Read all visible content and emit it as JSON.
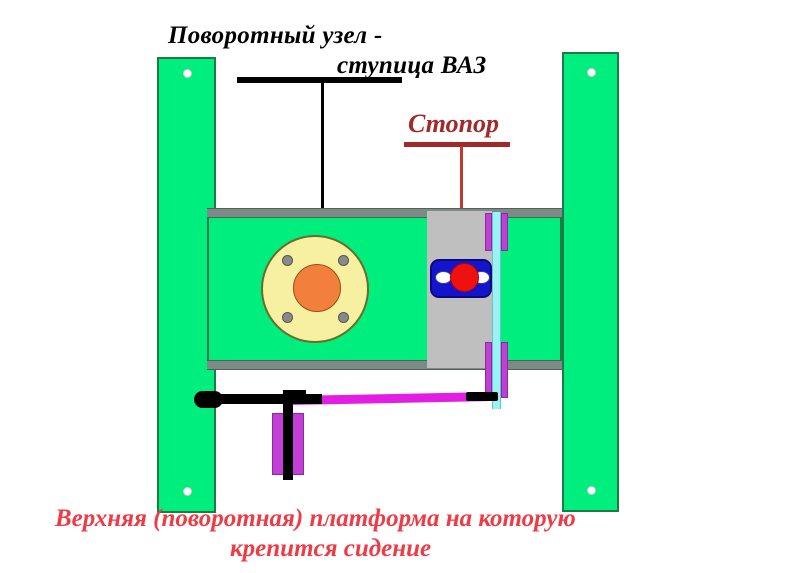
{
  "diagram": {
    "title_label": {
      "line1": "Поворотный узел -",
      "line2": "ступица ВАЗ",
      "color": "#000000"
    },
    "stopper_label": {
      "text": "Стопор",
      "color": "#a52828"
    },
    "caption": {
      "line1": "Верхняя (поворотная) платформа на которую",
      "line2": "крепится сидение",
      "color": "#ef3b45"
    },
    "colors": {
      "frame_green": "#00ee7e",
      "frame_green_border": "#1f7a45",
      "beam_rail_grey": "#7b8b86",
      "housing_grey": "#bfbfbf",
      "hub_disc_yellow": "#f6f0a0",
      "hub_center_orange": "#f2803c",
      "hub_bolt_grey": "#8a8a8a",
      "stopper_bracket_blue": "#1414cc",
      "stopper_pin_red": "#ef1010",
      "rail_cyan": "#9df0f3",
      "guide_magenta": "#c13fd6",
      "rod_magenta": "#e31ee3",
      "lever_black": "#000000",
      "background": "#ffffff"
    },
    "parts": {
      "post_left": "left-vertical-green-post",
      "post_right": "right-vertical-green-post",
      "beam": "horizontal-green-rotating-platform-beam",
      "hub": "vaz-wheel-hub-rotating-joint",
      "hub_bolt_count": 4,
      "housing": "grey-stopper-housing-block",
      "stopper_bracket": "blue-stopper-bracket",
      "stopper_pin": "red-stopper-pin",
      "rail": "vertical-cyan-guide-rail",
      "lever": "black-release-lever-handle",
      "rod": "magenta-linkage-rod"
    },
    "icons": {
      "arrow_black": "down-arrow-icon",
      "arrow_red": "down-arrow-icon"
    }
  }
}
